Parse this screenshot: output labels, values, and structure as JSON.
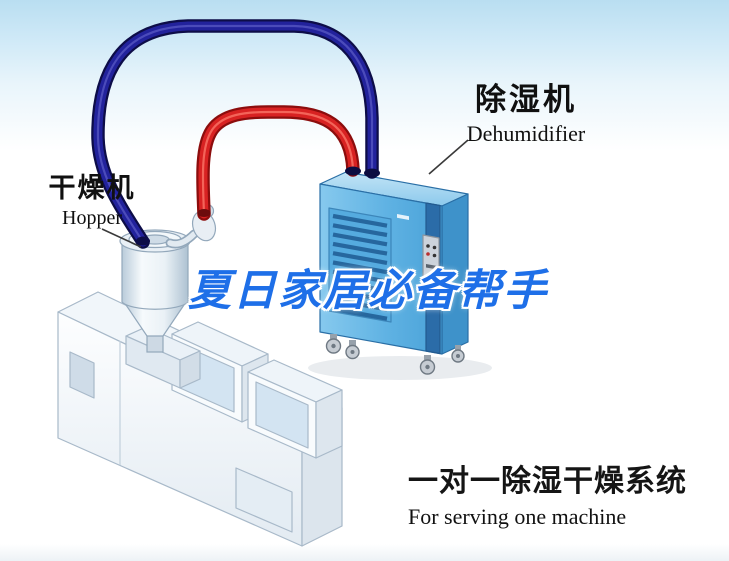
{
  "callouts": {
    "dehumidifier": {
      "zh": "除湿机",
      "en": "Dehumidifier"
    },
    "hopper": {
      "zh": "干燥机",
      "en": "Hopper"
    }
  },
  "slogan": "夏日家居必备帮手",
  "caption": {
    "zh": "一对一除湿干燥系统",
    "en": "For serving one machine"
  },
  "colors": {
    "sky_top": "#bfe3f4",
    "hose_red": "#d82222",
    "hose_blue": "#22229c",
    "cabinet_blue": "#5fb2e3",
    "slogan_blue": "#1e6fe8",
    "label_text": "#101010"
  }
}
